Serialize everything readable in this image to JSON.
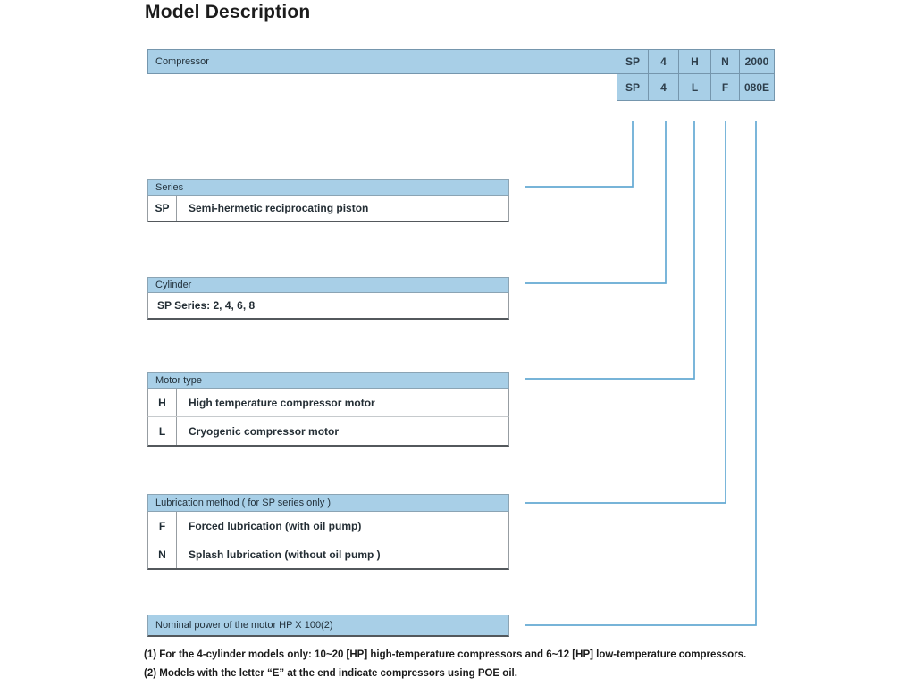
{
  "page": {
    "title": "Model Description"
  },
  "model_table": {
    "label": "Compressor",
    "rows": [
      [
        "SP",
        "4",
        "H",
        "N",
        "2000"
      ],
      [
        "SP",
        "4",
        "L",
        "F",
        "080E"
      ]
    ]
  },
  "sections": [
    {
      "header": "Series",
      "rows": [
        {
          "code": "SP",
          "desc": "Semi-hermetic reciprocating piston"
        }
      ]
    },
    {
      "header": "Cylinder",
      "rows": [
        {
          "desc": "SP Series: 2, 4, 6, 8"
        }
      ]
    },
    {
      "header": "Motor type",
      "rows": [
        {
          "code": "H",
          "desc": "High temperature compressor motor"
        },
        {
          "code": "L",
          "desc": "Cryogenic compressor motor"
        }
      ]
    },
    {
      "header": "Lubrication method ( for SP series only )",
      "rows": [
        {
          "code": "F",
          "desc": "Forced lubrication (with oil pump)"
        },
        {
          "code": "N",
          "desc": "Splash lubrication (without oil pump )"
        }
      ]
    },
    {
      "header": "Nominal power of the motor HP X 100(2)",
      "rows": []
    }
  ],
  "footnotes": [
    "(1) For the 4-cylinder models only: 10~20 [HP] high-temperature compressors and 6~12 [HP] low-temperature compressors.",
    "(2) Models with the letter  “E”  at the end indicate compressors using POE oil."
  ],
  "colors": {
    "header_blue": "#a8cfe7",
    "connector_blue": "#64a9d3",
    "cell_border": "#7596ad"
  }
}
